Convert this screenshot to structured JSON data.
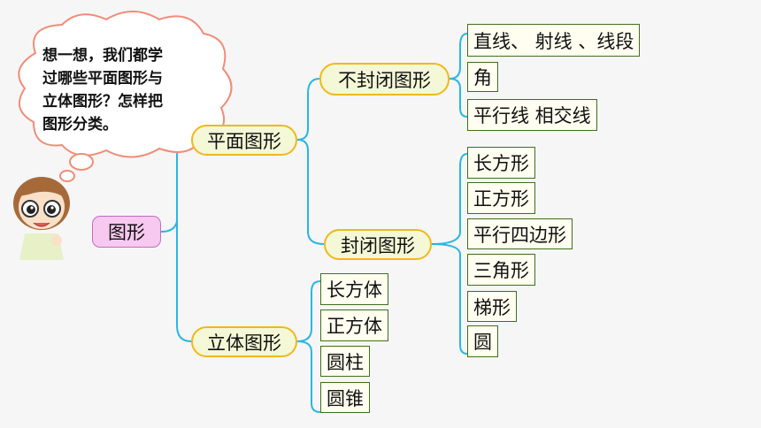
{
  "question": "想一想，我们都学\n过哪些平面图形与\n立体图形？怎样把\n图形分类。",
  "root": "图形",
  "plane": {
    "label": "平面图形",
    "open": {
      "label": "不封闭图形",
      "items": [
        "直线、 射线 、线段",
        "角",
        "平行线 相交线"
      ]
    },
    "closed": {
      "label": "封闭图形",
      "items": [
        "长方形",
        "正方形",
        "平行四边形",
        "三角形",
        "梯形",
        "圆"
      ]
    }
  },
  "solid": {
    "label": "立体图形",
    "items": [
      "长方体",
      "正方体",
      "圆柱",
      "圆锥"
    ]
  },
  "colors": {
    "connector": "#29b6e6",
    "pill_border": "#f0b81a",
    "root_fill": "#f7c8f0",
    "box_border": "#3f6f1f"
  }
}
